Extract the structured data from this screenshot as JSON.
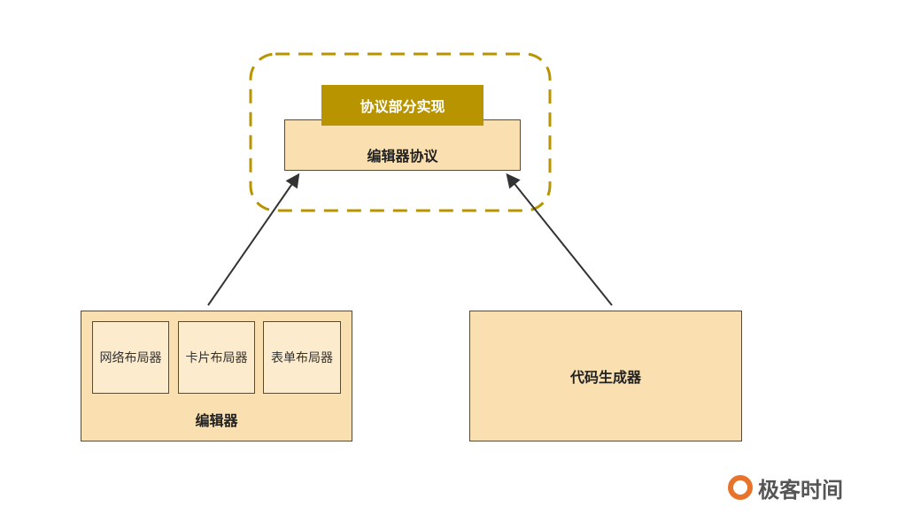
{
  "protocol_impl": "协议部分实现",
  "editor_protocol": "编辑器协议",
  "editor": {
    "label": "编辑器",
    "layouts": [
      "网络布局器",
      "卡片布局器",
      "表单布局器"
    ]
  },
  "codegen": "代码生成器",
  "logo": "极客时间",
  "colors": {
    "accent": "#b89500",
    "box": "#fae0b0"
  }
}
